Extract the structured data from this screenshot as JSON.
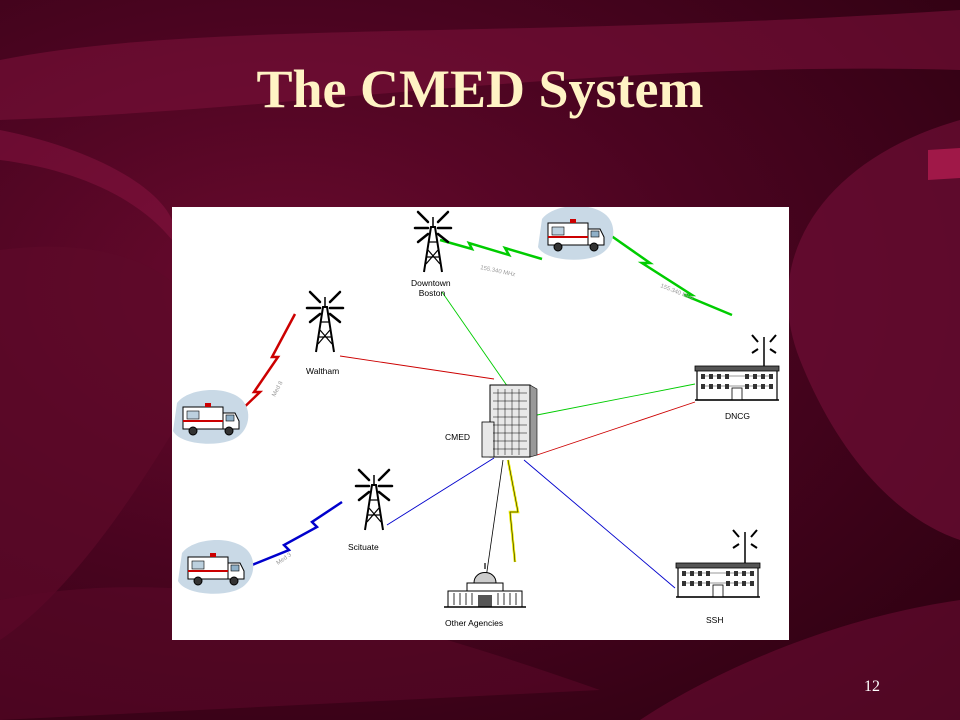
{
  "slide": {
    "title": "The CMED System",
    "slide_number": "12"
  },
  "diagram": {
    "nodes": {
      "downtown_boston": "Downtown\nBoston",
      "waltham": "Waltham",
      "cmed": "CMED",
      "dncg": "DNCG",
      "scituate": "Scituate",
      "other_agencies": "Other Agencies",
      "ssh": "SSH"
    },
    "link_labels": {
      "boston_ambulance": "155.340 MHz",
      "ambulance_dncg": "155.340 MHz",
      "waltham_ambulance": "Med 8",
      "scituate_ambulance": "Med 3"
    },
    "colors": {
      "background": "#4a0420",
      "title": "#fff3c4",
      "green_link": "#00cc00",
      "red_link": "#cc0000",
      "blue_link": "#0000cc",
      "yellow_link": "#e8e800"
    }
  }
}
